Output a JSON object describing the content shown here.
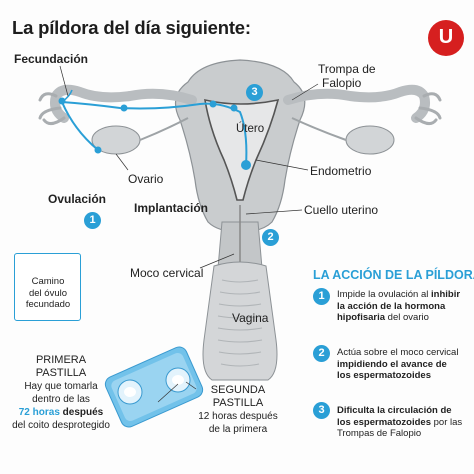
{
  "title": "La píldora del día siguiente:",
  "labels": {
    "fecundacion": "Fecundación",
    "trompa1": "Trompa de",
    "trompa2": "Falopio",
    "utero": "Útero",
    "ovario": "Ovario",
    "endometrio": "Endometrio",
    "ovulacion": "Ovulación",
    "implantacion": "Implantación",
    "cuello": "Cuello uterino",
    "moco": "Moco cervical",
    "vagina": "Vagina"
  },
  "markers": {
    "one": "1",
    "two": "2",
    "three": "3"
  },
  "legend": {
    "line1": "Camino",
    "line2": "del óvulo",
    "line3": "fecundado"
  },
  "action": {
    "title": "LA ACCIÓN DE LA PÍLDORA",
    "steps": [
      {
        "num": "1",
        "l1a": "Impide la ovulación al ",
        "l1b": "inhibir",
        "l2": "la acción de la hormona",
        "l3a": "hipofisaria",
        "l3b": " del ovario"
      },
      {
        "num": "2",
        "l1": "Actúa sobre el moco cervical",
        "l2": "impidiendo el avance de",
        "l3": "los espermatozoides"
      },
      {
        "num": "3",
        "l1": "Dificulta la circulación de",
        "l2a": "los espermatozoides",
        "l2b": " por las",
        "l3": "Trompas de Falopio"
      }
    ]
  },
  "pill1": {
    "l1": "PRIMERA",
    "l2": "PASTILLA",
    "l3": "Hay que tomarla",
    "l4": "dentro de las",
    "l5a": "72 horas",
    "l5b": " después",
    "l6": "del coito desprotegido"
  },
  "pill2": {
    "l1": "SEGUNDA",
    "l2": "PASTILLA",
    "l3": "12 horas después",
    "l4": "de la primera"
  },
  "logo": {
    "letter": "U"
  },
  "colors": {
    "accent": "#2a9fd6",
    "organ": "#c9ccce",
    "organ_dark": "#9ea3a6",
    "logo": "#d61f1f"
  }
}
